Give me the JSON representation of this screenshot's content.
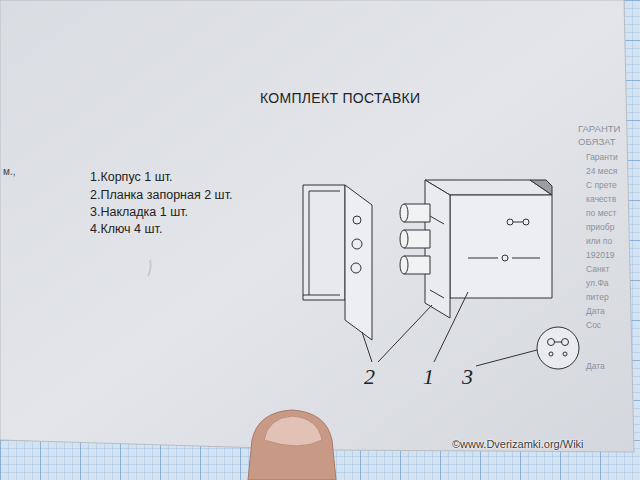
{
  "diagram": {
    "title": "КОМПЛЕКТ ПОСТАВКИ",
    "labels": [
      "1.Корпус 1 шт.",
      "2.Планка запорная 2 шт.",
      "3.Накладка 1 шт.",
      "4.Ключ 4 шт.",
      "2",
      "1",
      "3",
      "м.,",
      "ГАРАНТИ",
      "ОБЯЗАТ",
      "Гаранти",
      "24 меся",
      "С прете",
      "качеств",
      "по мест",
      "приобр",
      "или по",
      "192019",
      "Санкт",
      "ул.Фа",
      "питер",
      "Дата",
      "Сос",
      "Дата",
      "©www.Dverizamki.org/Wiki"
    ]
  }
}
